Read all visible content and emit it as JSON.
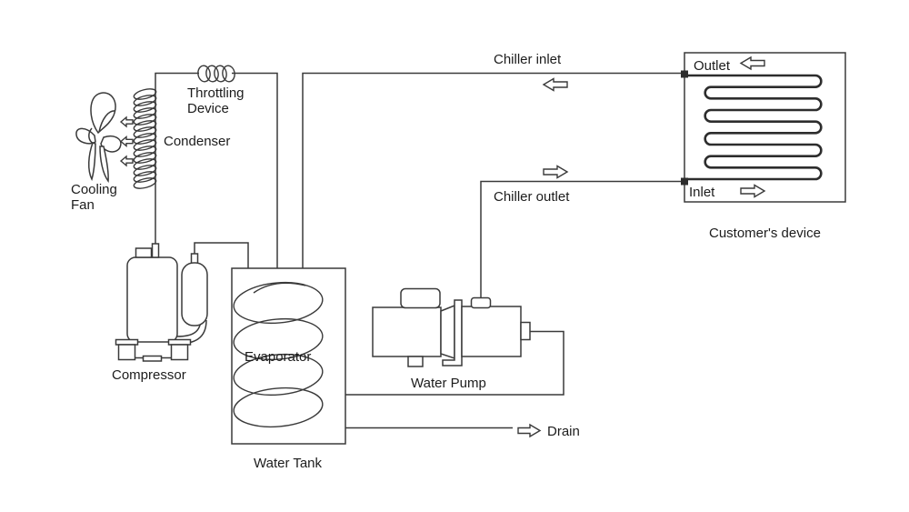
{
  "diagram": {
    "type": "schematic",
    "subject": "Water chiller flow diagram",
    "background_color": "#ffffff",
    "line_color": "#3a3a3a",
    "text_color": "#1c1c1c",
    "components": {
      "cooling_fan": {
        "label_line1": "Cooling",
        "label_line2": "Fan"
      },
      "condenser": {
        "label": "Condenser"
      },
      "throttling_device": {
        "label_line1": "Throttling",
        "label_line2": "Device"
      },
      "compressor": {
        "label": "Compressor"
      },
      "evaporator": {
        "label": "Evaporator"
      },
      "water_tank": {
        "label": "Water Tank"
      },
      "water_pump": {
        "label": "Water Pump"
      },
      "customer_device": {
        "label": "Customer's device",
        "outlet_label": "Outlet",
        "inlet_label": "Inlet"
      }
    },
    "flows": {
      "chiller_inlet": {
        "label": "Chiller inlet",
        "direction": "left"
      },
      "chiller_outlet": {
        "label": "Chiller outlet",
        "direction": "right"
      },
      "drain": {
        "label": "Drain",
        "direction": "right"
      },
      "fan_airflow": {
        "direction": "left",
        "arrow_count": 3
      }
    },
    "icons": {
      "chiller_inlet_arrow": "block-arrow-left",
      "chiller_outlet_arrow": "block-arrow-right",
      "customer_outlet_arrow": "block-arrow-left",
      "customer_inlet_arrow": "block-arrow-right",
      "drain_arrow": "block-arrow-right",
      "fan_airflow_arrow": "block-arrow-left"
    }
  }
}
